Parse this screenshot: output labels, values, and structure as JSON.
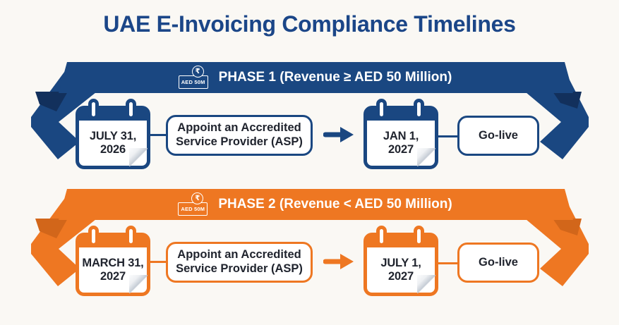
{
  "title": "UAE E-Invoicing Compliance Timelines",
  "colors": {
    "navy": "#1a4781",
    "navy_fold": "#12305c",
    "orange": "#ee7722",
    "orange_fold": "#d2661a",
    "text_dark": "#20242e",
    "background": "#faf8f4"
  },
  "phases": [
    {
      "banner": "PHASE 1 (Revenue ≥ AED 50 Million)",
      "icon": {
        "note_label": "AED 50M",
        "coin_symbol": "₹"
      },
      "steps": [
        {
          "date_line1": "JULY 31,",
          "date_line2": "2026",
          "action": "Appoint an Accredited Service Provider (ASP)"
        },
        {
          "date_line1": "JAN 1,",
          "date_line2": "2027",
          "action": "Go-live"
        }
      ]
    },
    {
      "banner": "PHASE 2 (Revenue < AED 50 Million)",
      "icon": {
        "note_label": "AED 50M",
        "coin_symbol": "₹"
      },
      "steps": [
        {
          "date_line1": "MARCH 31,",
          "date_line2": "2027",
          "action": "Appoint an Accredited Service Provider (ASP)"
        },
        {
          "date_line1": "JULY 1,",
          "date_line2": "2027",
          "action": "Go-live"
        }
      ]
    }
  ]
}
